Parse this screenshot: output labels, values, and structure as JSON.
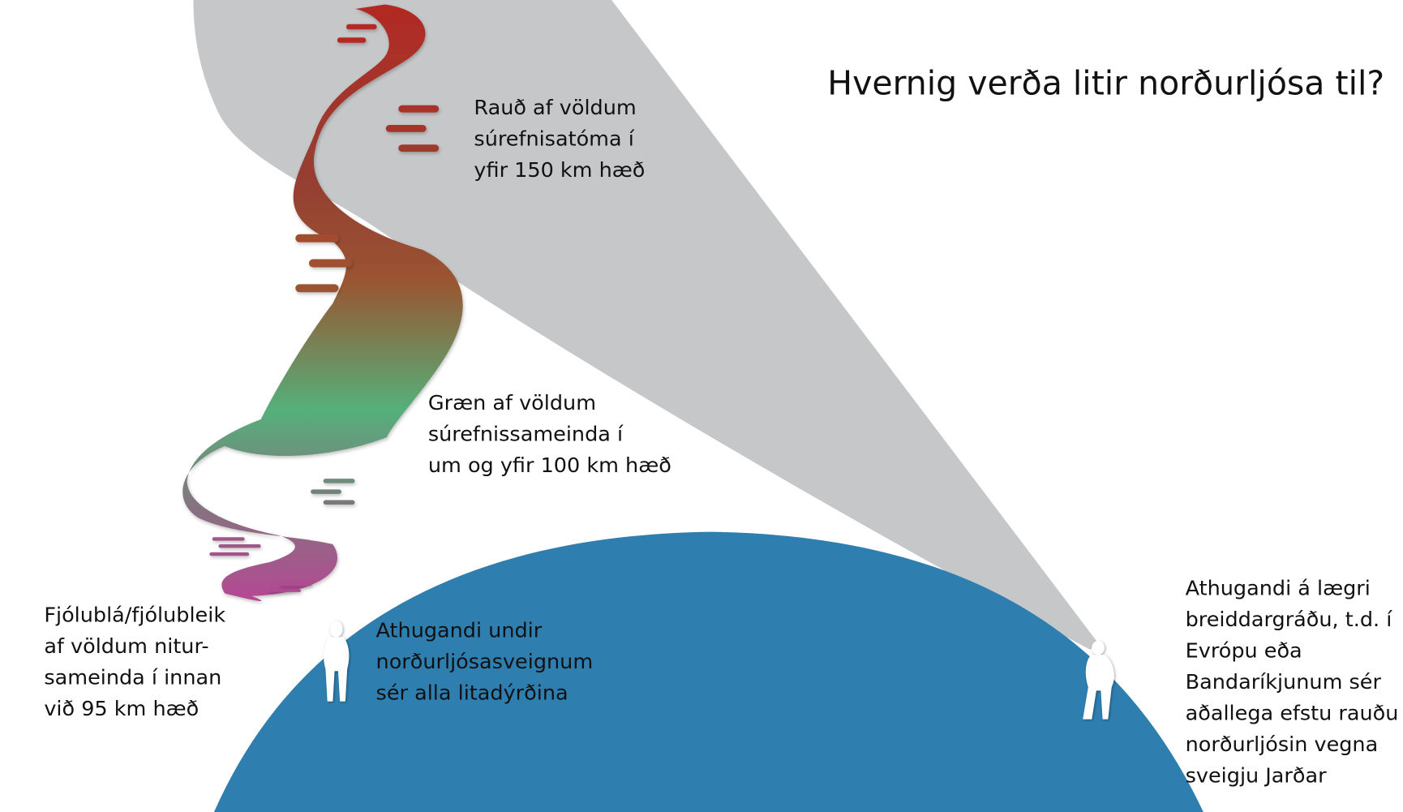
{
  "title": "Hvernig verða litir norðurljósa til?",
  "colors": {
    "background": "#ffffff",
    "beam": "#c6c7c9",
    "globe": "#2e7fb0",
    "red": "#b22a23",
    "orange": "#9a5430",
    "green": "#55b07a",
    "magenta": "#b54894",
    "text": "#111111"
  },
  "labels": {
    "red": {
      "lines": [
        "Rauð af völdum",
        "súrefnisatóma í",
        "yfir 150 km hæð"
      ]
    },
    "green": {
      "lines": [
        "Græn af völdum",
        "súrefnissameinda í",
        "um og yfir 100 km hæð"
      ]
    },
    "violet": {
      "lines": [
        "Fjólublá/fjólubleik",
        "af völdum nitur-",
        "sameinda í innan",
        "við 95 km hæð"
      ]
    },
    "observer_under": {
      "lines": [
        "Athugandi undir",
        "norðurljósasveignum",
        "sér alla litadýrðina"
      ]
    },
    "observer_lower_lat": {
      "lines": [
        "Athugandi á lægri",
        "breiddargráðu, t.d. í",
        "Evrópu eða",
        "Bandaríkjunum sér",
        "aðallega efstu rauðu",
        "norðurljósin vegna",
        "sveigju Jarðar"
      ]
    }
  },
  "icons": {
    "aurora_ribbon": "aurora-ribbon-icon",
    "observer_left": "person-silhouette-icon",
    "observer_right": "person-silhouette-icon",
    "earth": "earth-curve-icon",
    "sightline": "sightline-beam-icon",
    "emission_lines": "emission-lines-icon"
  }
}
